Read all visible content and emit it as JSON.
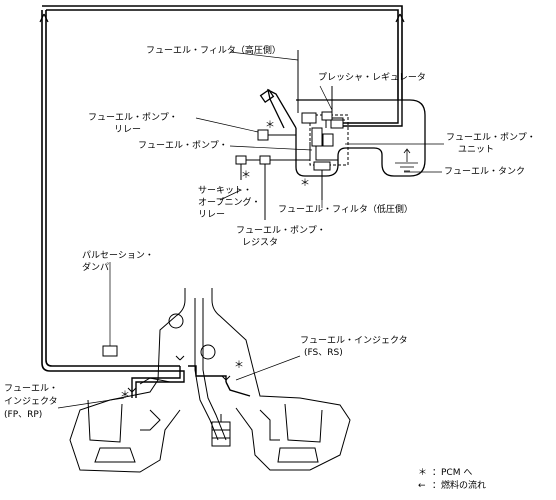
{
  "labels": {
    "fuel_filter_high": "フューエル・フィルタ（高圧側）",
    "pressure_regulator": "プレッシャ・レギュレータ",
    "fuel_pump_relay_1": "フューエル・ポンプ・",
    "fuel_pump_relay_2": "リレー",
    "fuel_pump": "フューエル・ポンプ・",
    "fuel_pump_unit_1": "フューエル・ポンプ・",
    "fuel_pump_unit_2": "ユニット",
    "fuel_tank": "フューエル・タンク",
    "circuit_relay_1": "サーキット・",
    "circuit_relay_2": "オープニング・",
    "circuit_relay_3": "リレー",
    "fuel_filter_low": "フューエル・フィルタ（低圧側）",
    "pump_resistor_1": "フューエル・ポンプ・",
    "pump_resistor_2": "レジスタ",
    "pulsation_damper_1": "パルセーション・",
    "pulsation_damper_2": "ダンパ",
    "injector_fs_1": "フューエル・インジェクタ",
    "injector_fs_2": "(FS、RS)",
    "injector_fp_1": "フューエル・",
    "injector_fp_2": "インジェクタ",
    "injector_fp_3": "(FP、RP)"
  },
  "legend": {
    "pcm_symbol": "＊",
    "pcm_text": "：PCM へ",
    "flow_symbol": "←",
    "flow_text": "：燃料の流れ"
  },
  "markers": {
    "asterisk": "＊"
  }
}
